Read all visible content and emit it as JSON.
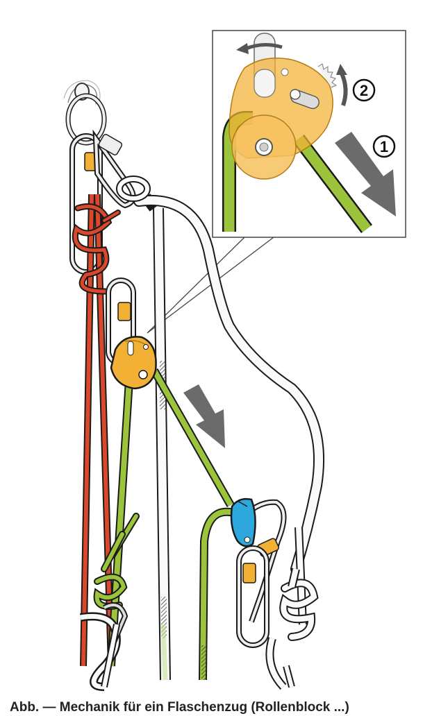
{
  "labels": {
    "step_one": "1",
    "step_two": "2"
  },
  "caption": "Abb. — Mechanik für ein Flaschenzug (Rollenblock ...)",
  "colors": {
    "green_rope": "#9bc43c",
    "red_cord": "#d9482b",
    "orange_pulley": "#f2b134",
    "blue_device": "#2ea7dd",
    "arrow_gray": "#6b6b6b",
    "metal": "#e7e7e7",
    "outline": "#1a1a1a"
  },
  "icons": {
    "anchor": "anchor-ring-icon",
    "arrow": "pull-direction-arrow-icon"
  }
}
